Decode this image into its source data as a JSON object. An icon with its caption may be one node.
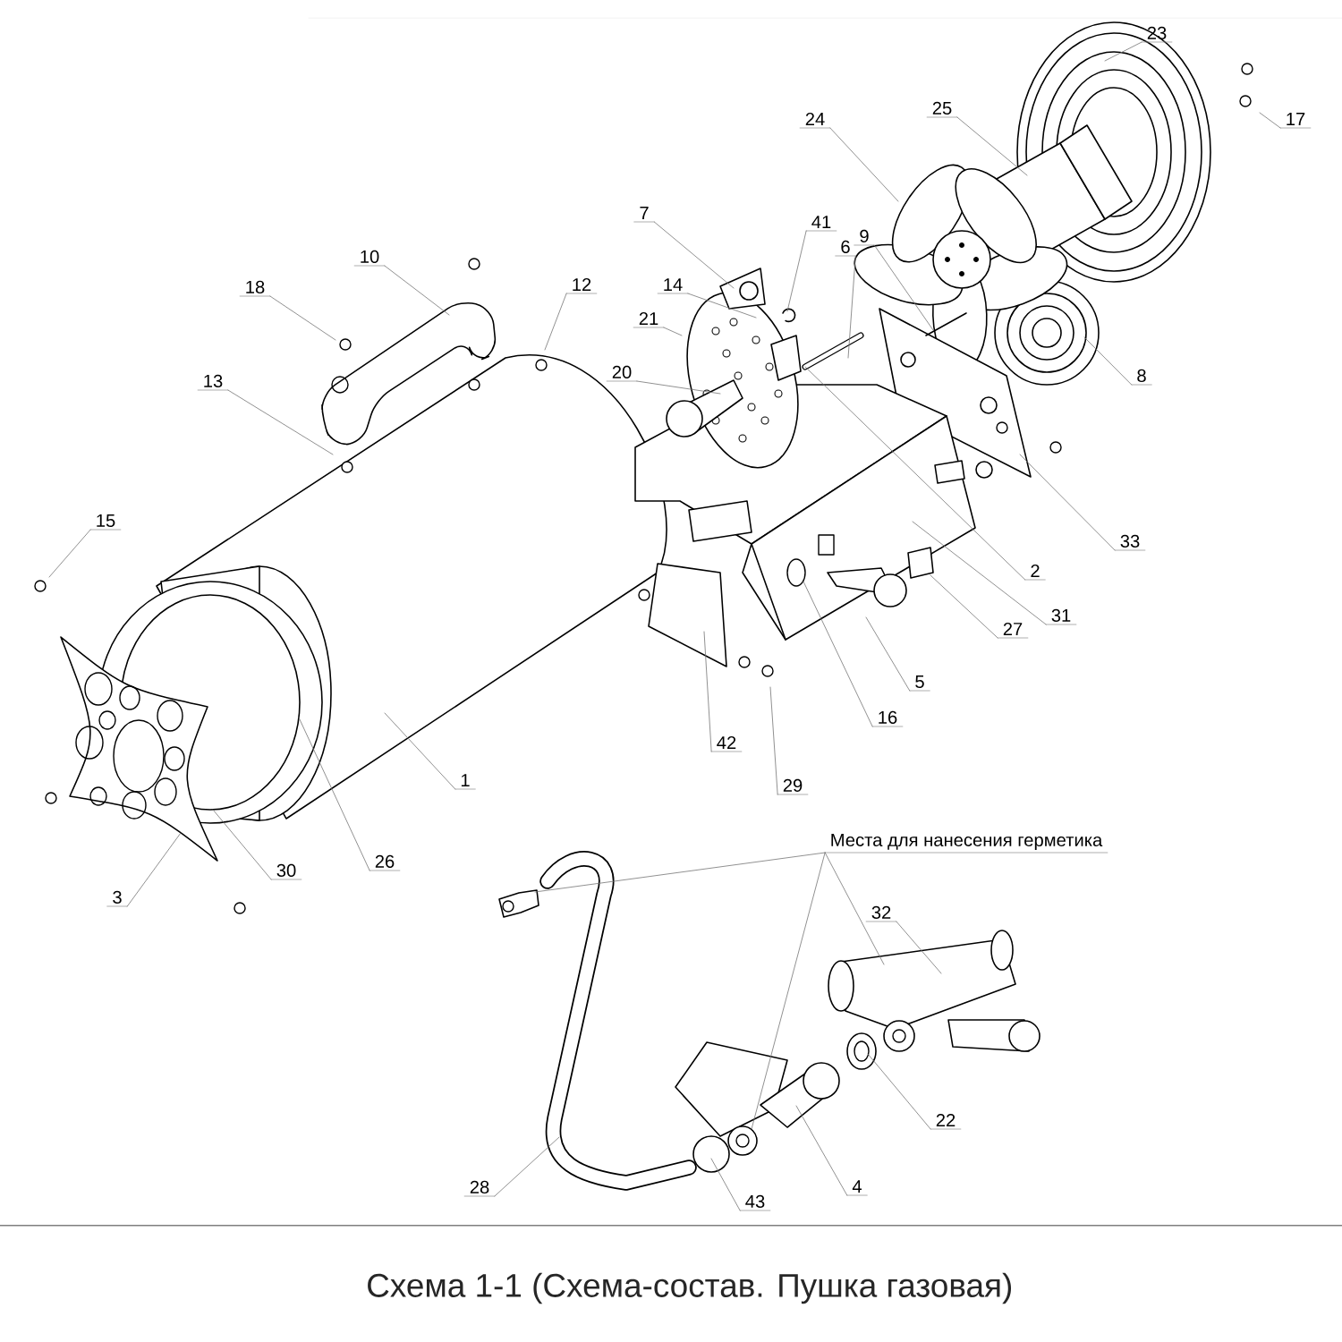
{
  "diagram": {
    "title": "Схема 1-1 (Схема-состав. Пушка газовая)",
    "nodes": [
      {
        "text": [
          "23"
        ]
      },
      {
        "text": [
          "25"
        ]
      },
      {
        "text": [
          "24"
        ]
      },
      {
        "text": [
          "17"
        ]
      },
      {
        "text": [
          "7"
        ]
      },
      {
        "text": [
          "41"
        ]
      },
      {
        "text": [
          "9"
        ]
      },
      {
        "text": [
          "6"
        ]
      },
      {
        "text": [
          "10"
        ]
      },
      {
        "text": [
          "12"
        ]
      },
      {
        "text": [
          "14"
        ]
      },
      {
        "text": [
          "18"
        ]
      },
      {
        "text": [
          "21"
        ]
      },
      {
        "text": [
          "20"
        ]
      },
      {
        "text": [
          "8"
        ]
      },
      {
        "text": [
          "13"
        ]
      },
      {
        "text": [
          "15"
        ]
      },
      {
        "text": [
          "33"
        ]
      },
      {
        "text": [
          "2"
        ]
      },
      {
        "text": [
          "31"
        ]
      },
      {
        "text": [
          "27"
        ]
      },
      {
        "text": [
          "5"
        ]
      },
      {
        "text": [
          "16"
        ]
      },
      {
        "text": [
          "42"
        ]
      },
      {
        "text": [
          "1"
        ]
      },
      {
        "text": [
          "29"
        ]
      },
      {
        "text": [
          "Места для нанесения герметика"
        ]
      },
      {
        "text": [
          "26"
        ]
      },
      {
        "text": [
          "30"
        ]
      },
      {
        "text": [
          "3"
        ]
      },
      {
        "text": [
          "32"
        ]
      },
      {
        "text": [
          "22"
        ]
      },
      {
        "text": [
          "4"
        ]
      },
      {
        "text": [
          "28"
        ]
      },
      {
        "text": [
          "43"
        ]
      }
    ],
    "edges": [
      {
        "from": 0,
        "to": null,
        "arrow": "none"
      },
      {
        "from": 1,
        "to": null,
        "arrow": "none"
      },
      {
        "from": 2,
        "to": null,
        "arrow": "none"
      },
      {
        "from": 3,
        "to": null,
        "arrow": "none"
      },
      {
        "from": 4,
        "to": null,
        "arrow": "none"
      },
      {
        "from": 5,
        "to": null,
        "arrow": "none"
      },
      {
        "from": 6,
        "to": null,
        "arrow": "none"
      },
      {
        "from": 7,
        "to": null,
        "arrow": "none"
      },
      {
        "from": 8,
        "to": null,
        "arrow": "none"
      },
      {
        "from": 9,
        "to": null,
        "arrow": "none"
      },
      {
        "from": 10,
        "to": null,
        "arrow": "none"
      },
      {
        "from": 11,
        "to": null,
        "arrow": "none"
      },
      {
        "from": 12,
        "to": null,
        "arrow": "none"
      },
      {
        "from": 13,
        "to": null,
        "arrow": "none"
      },
      {
        "from": 14,
        "to": null,
        "arrow": "none"
      },
      {
        "from": 15,
        "to": null,
        "arrow": "none"
      },
      {
        "from": 16,
        "to": null,
        "arrow": "none"
      },
      {
        "from": 17,
        "to": null,
        "arrow": "none"
      },
      {
        "from": 18,
        "to": null,
        "arrow": "none"
      },
      {
        "from": 19,
        "to": null,
        "arrow": "none"
      },
      {
        "from": 20,
        "to": null,
        "arrow": "none"
      },
      {
        "from": 21,
        "to": null,
        "arrow": "none"
      },
      {
        "from": 22,
        "to": null,
        "arrow": "none"
      },
      {
        "from": 23,
        "to": null,
        "arrow": "none"
      },
      {
        "from": 24,
        "to": null,
        "arrow": "none"
      },
      {
        "from": 25,
        "to": null,
        "arrow": "none"
      },
      {
        "from": 26,
        "to": null,
        "arrow": "none"
      },
      {
        "from": 26,
        "to": null,
        "arrow": "none"
      },
      {
        "from": 26,
        "to": null,
        "arrow": "none"
      },
      {
        "from": 27,
        "to": null,
        "arrow": "none"
      },
      {
        "from": 28,
        "to": null,
        "arrow": "none"
      },
      {
        "from": 29,
        "to": null,
        "arrow": "none"
      },
      {
        "from": 30,
        "to": null,
        "arrow": "none"
      },
      {
        "from": 31,
        "to": null,
        "arrow": "none"
      },
      {
        "from": 32,
        "to": null,
        "arrow": "none"
      },
      {
        "from": 33,
        "to": null,
        "arrow": "none"
      },
      {
        "from": 34,
        "to": null,
        "arrow": "none"
      }
    ]
  }
}
